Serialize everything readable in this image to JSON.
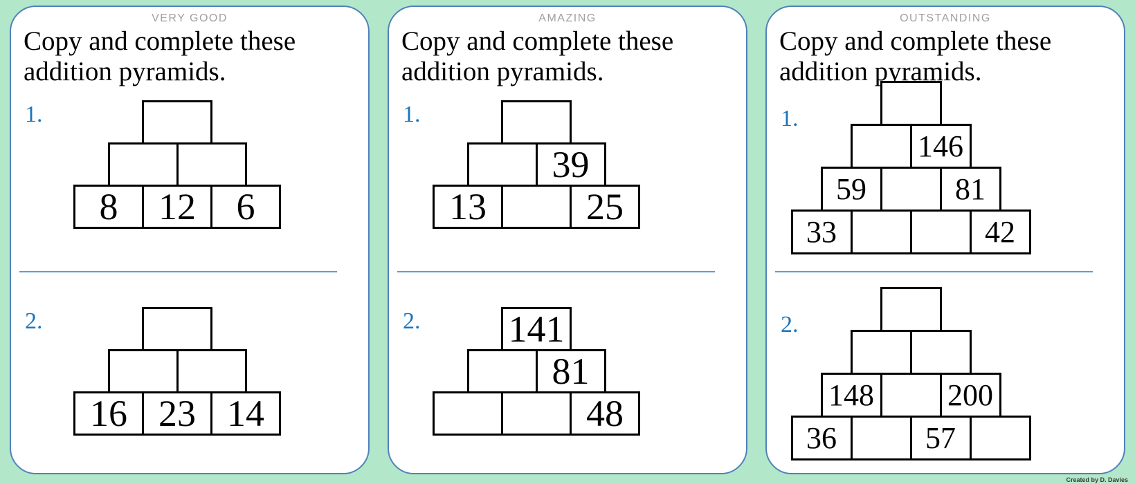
{
  "page": {
    "credit": "Created by D. Davies"
  },
  "colors": {
    "bg": "#b2e8c9",
    "panel-border": "#4f81bd",
    "accent": "#1b75bd",
    "divider": "#5b9bd5",
    "muted": "#a0a0a0",
    "ink": "#000000"
  },
  "panels": [
    {
      "header": "VERY GOOD",
      "title": "Copy and complete these addition pyramids.",
      "problems": [
        {
          "label": "1.",
          "rows": [
            [
              ""
            ],
            [
              "",
              ""
            ],
            [
              "8",
              "12",
              "6"
            ]
          ]
        },
        {
          "label": "2.",
          "rows": [
            [
              ""
            ],
            [
              "",
              ""
            ],
            [
              "16",
              "23",
              "14"
            ]
          ]
        }
      ]
    },
    {
      "header": "AMAZING",
      "title": "Copy and complete these addition pyramids.",
      "problems": [
        {
          "label": "1.",
          "rows": [
            [
              ""
            ],
            [
              "",
              "39"
            ],
            [
              "13",
              "",
              "25"
            ]
          ]
        },
        {
          "label": "2.",
          "rows": [
            [
              "141"
            ],
            [
              "",
              "81"
            ],
            [
              "",
              "",
              "48"
            ]
          ]
        }
      ]
    },
    {
      "header": "OUTSTANDING",
      "title": "Copy and complete these addition pyramids.",
      "problems": [
        {
          "label": "1.",
          "rows": [
            [
              ""
            ],
            [
              "",
              "146"
            ],
            [
              "59",
              "",
              "81"
            ],
            [
              "33",
              "",
              "",
              "42"
            ]
          ]
        },
        {
          "label": "2.",
          "rows": [
            [
              ""
            ],
            [
              "",
              ""
            ],
            [
              "148",
              "",
              "200"
            ],
            [
              "36",
              "",
              "57",
              ""
            ]
          ]
        }
      ]
    }
  ]
}
